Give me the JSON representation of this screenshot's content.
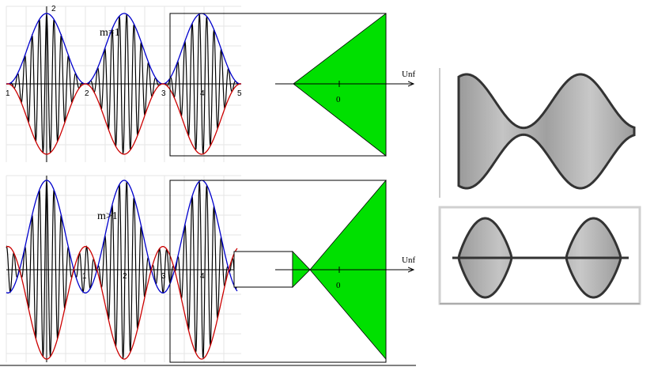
{
  "top_panel": {
    "label": "m=1",
    "y_tick": "2",
    "x_ticks": [
      "1",
      "2",
      "3",
      "4",
      "5"
    ],
    "trapezoid_axis_label": "Unf",
    "trapezoid_origin_label": "0"
  },
  "bottom_panel": {
    "label": "m>1",
    "x_ticks": [
      "1",
      "2",
      "3",
      "4"
    ],
    "trapezoid_axis_label": "Unf",
    "trapezoid_origin_label": "0"
  },
  "colors": {
    "upper_envelope": "#0000cc",
    "lower_envelope": "#cc0000",
    "carrier": "#000000",
    "trapezoid_fill": "#00e000",
    "photo_fill": "#b4b4b4",
    "photo_outline": "#333333"
  }
}
